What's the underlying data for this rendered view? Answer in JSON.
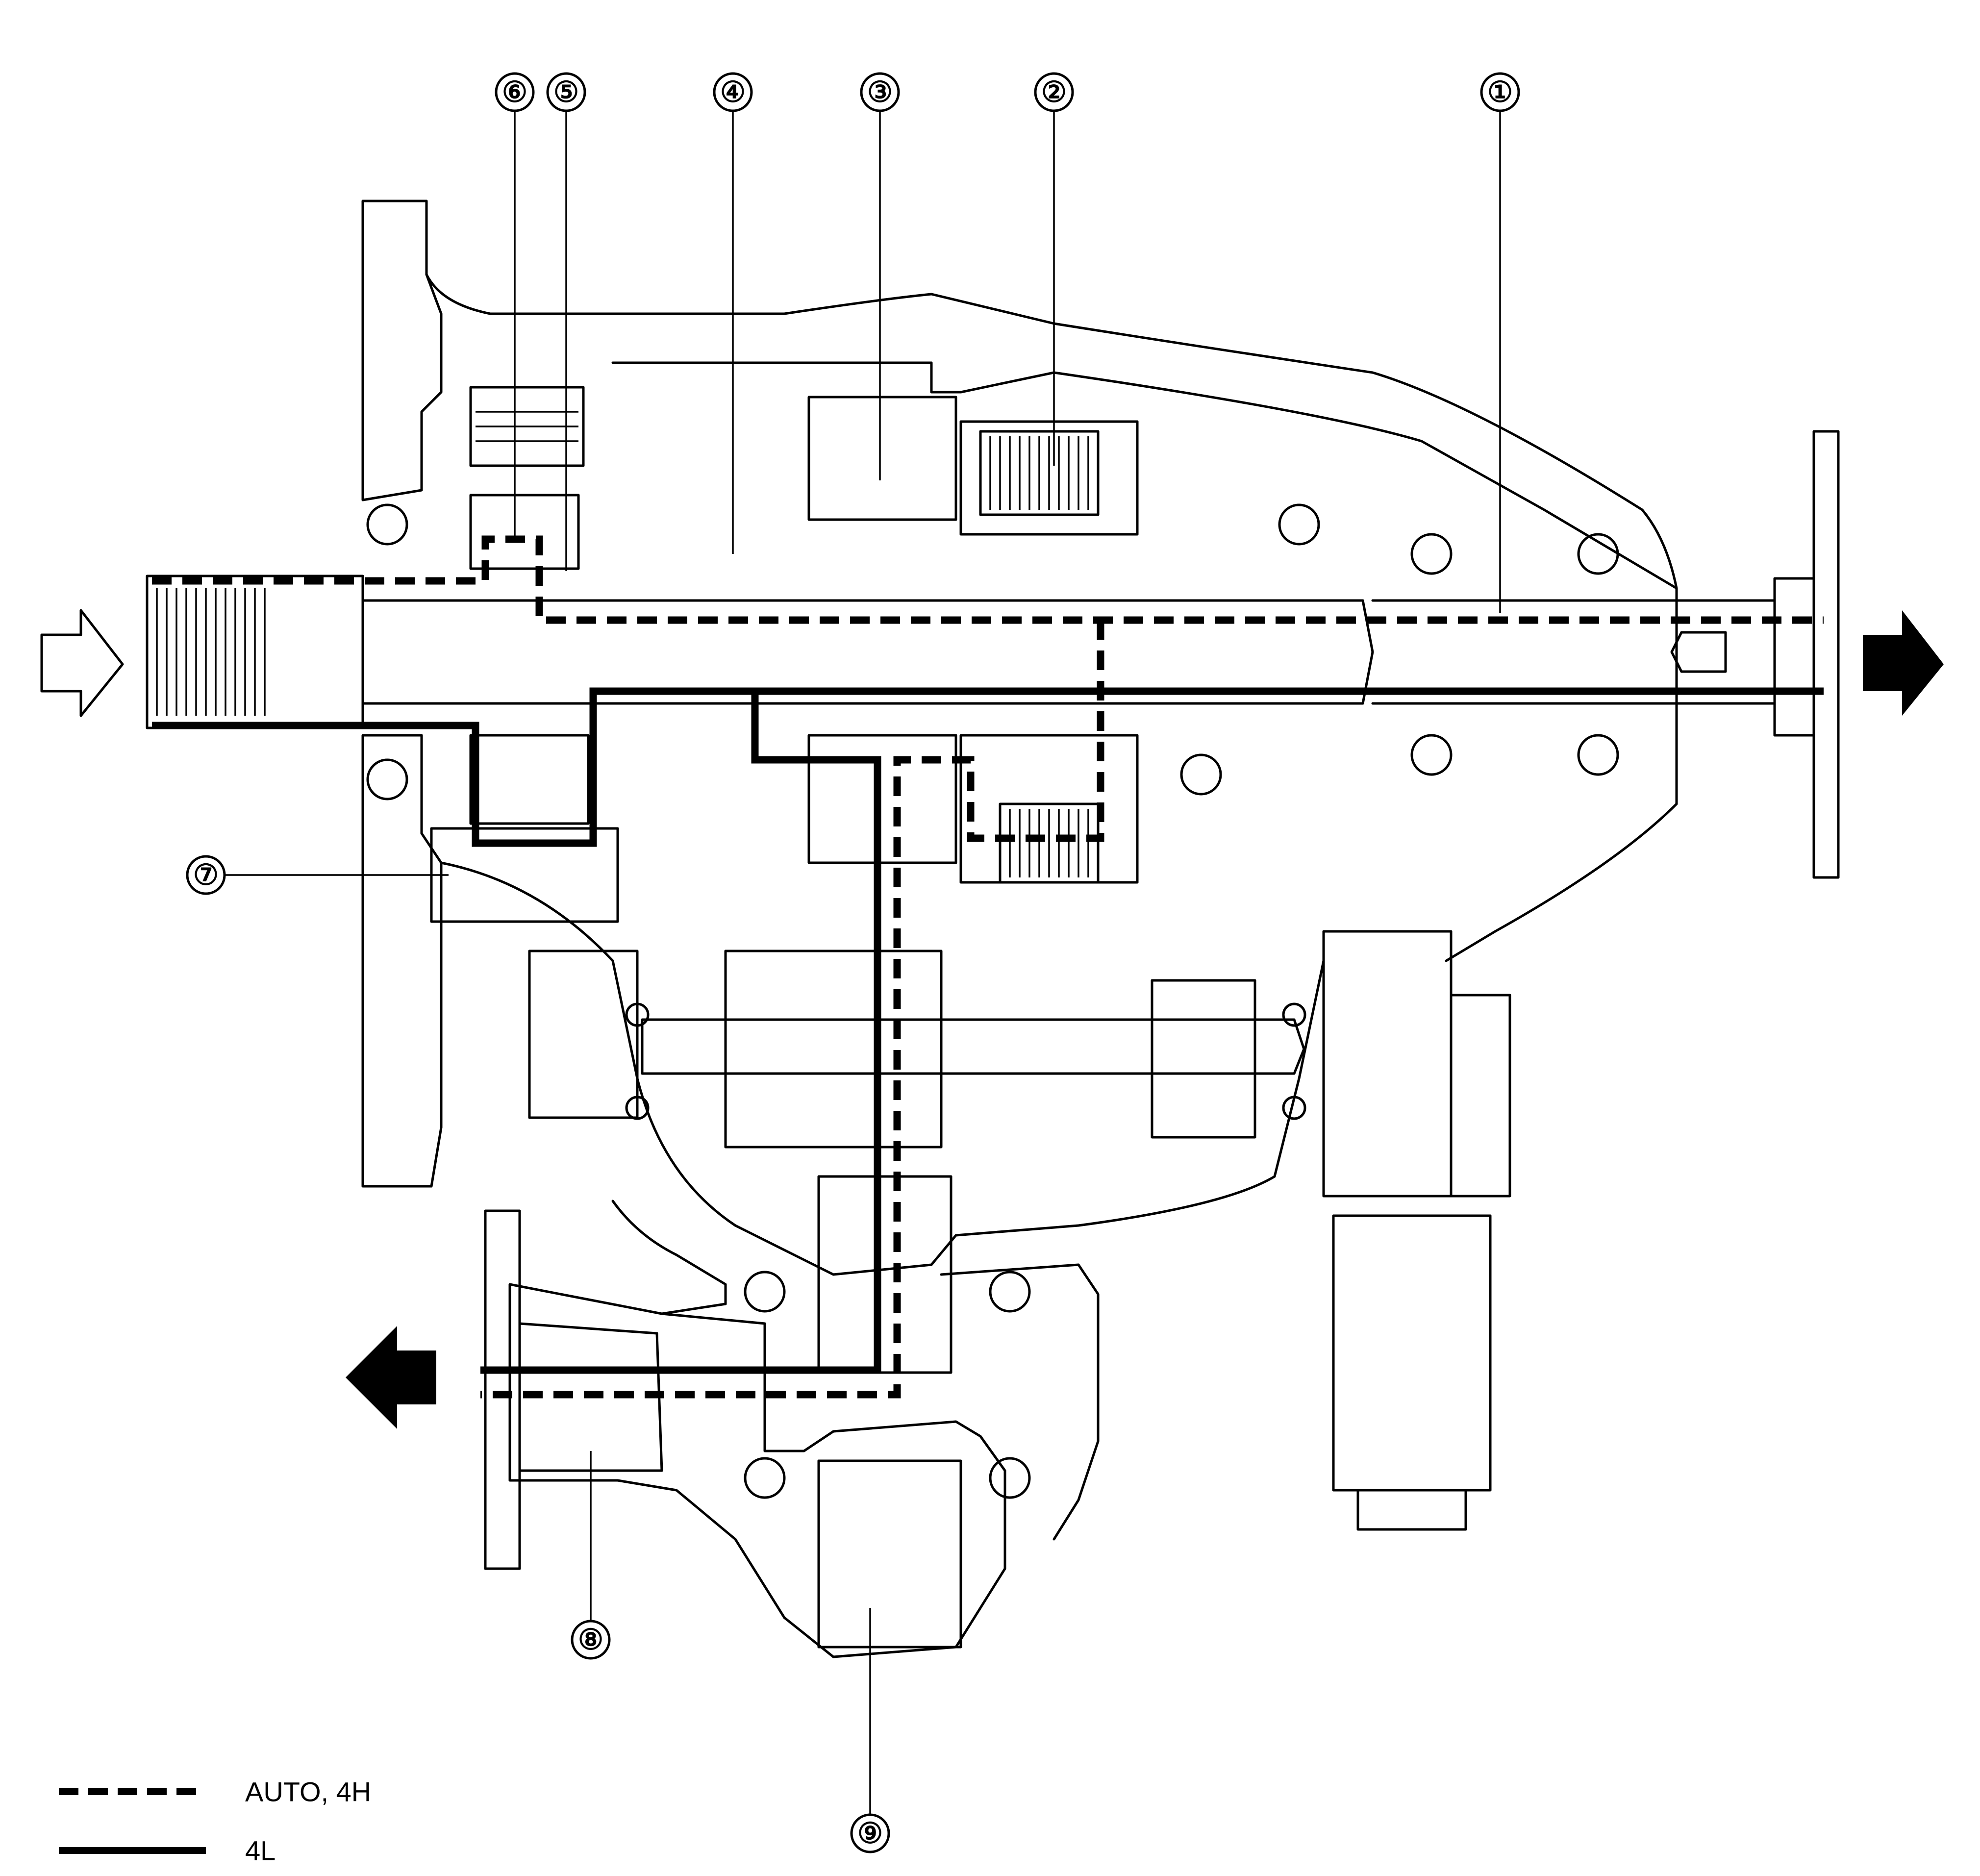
{
  "callouts": {
    "c1": "①",
    "c2": "②",
    "c3": "③",
    "c4": "④",
    "c5": "⑤",
    "c6": "⑥",
    "c7": "⑦",
    "c8": "⑧",
    "c9": "⑨"
  },
  "legend": {
    "dashed_label": "AUTO, 4H",
    "solid_label": "4L"
  },
  "colors": {
    "line": "#000000",
    "background": "#ffffff"
  },
  "arrows": {
    "input": "hollow-arrow-right-icon",
    "rear_output": "solid-arrow-right-icon",
    "front_output": "solid-arrow-left-icon"
  }
}
